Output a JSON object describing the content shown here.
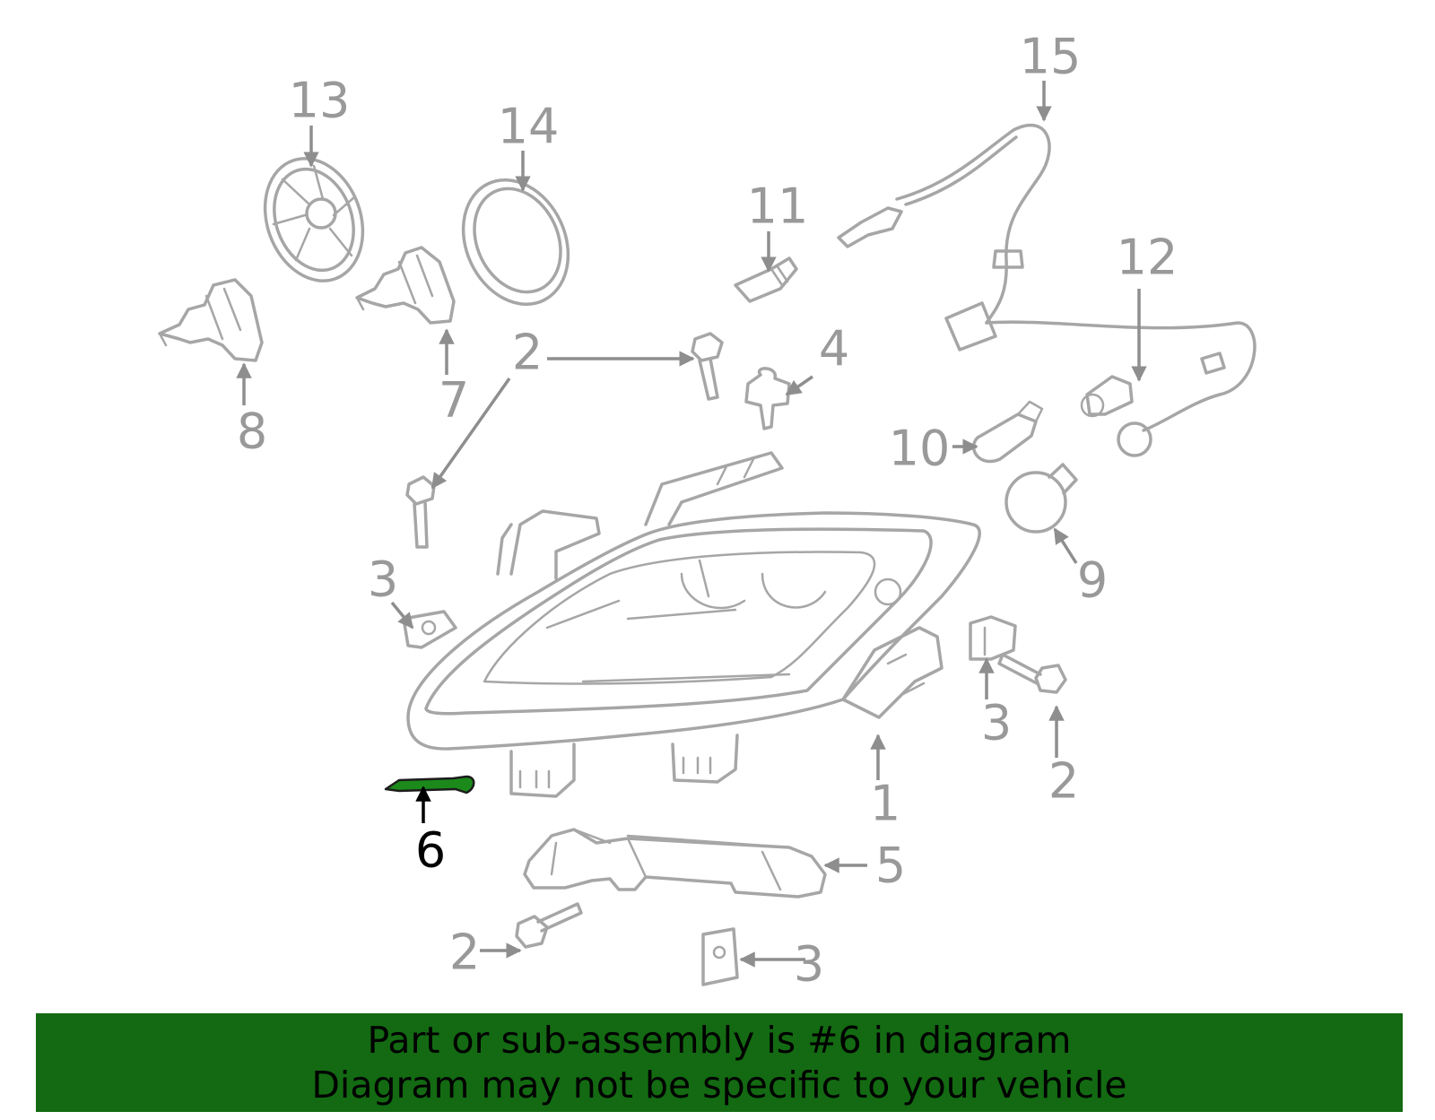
{
  "colors": {
    "banner_bg": "#136a12",
    "part_line": "#a6a6a6",
    "label_gray": "#999999",
    "highlight_part": "#1b8a1b",
    "highlight_label": "#000000"
  },
  "highlighted_callout": "6",
  "callouts": {
    "c13": "13",
    "c14": "14",
    "c15": "15",
    "c11": "11",
    "c12": "12",
    "c8": "8",
    "c7": "7",
    "c2a": "2",
    "c4": "4",
    "c10": "10",
    "c9": "9",
    "c3a": "3",
    "c3b": "3",
    "c2b": "2",
    "c1": "1",
    "c6": "6",
    "c5": "5",
    "c2c": "2",
    "c3c": "3"
  },
  "banner": {
    "line1": "Part or sub-assembly is #6 in diagram",
    "line2": "Diagram may not be specific to your vehicle"
  }
}
